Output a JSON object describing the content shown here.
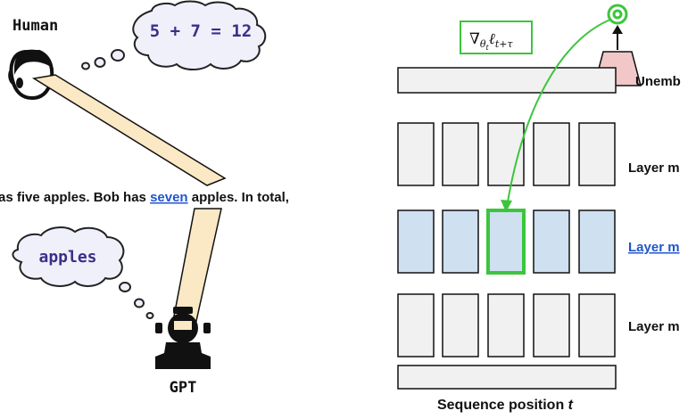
{
  "left_panel": {
    "human_label": "Human",
    "human_thought": "5 + 7 = 12",
    "prompt_text_pre": "as five apples. Bob has ",
    "prompt_highlight": "seven",
    "prompt_text_post": " apples. In total,",
    "gpt_thought": "apples",
    "gpt_label": "GPT"
  },
  "right_panel": {
    "gradient_label_main": "∇",
    "gradient_label_sub": "θ",
    "gradient_label_subsub": "t",
    "gradient_label_loss": "ℓ",
    "gradient_label_losssub": "t+τ",
    "unembed_label": "Unemb",
    "layer_labels": [
      "Layer m",
      "Layer m",
      "Layer m"
    ],
    "xaxis_pre": "Sequence position ",
    "xaxis_var": "t"
  },
  "colors": {
    "cell_fill": "#f1f1f1",
    "cell_highlight_fill": "#cfe0f1",
    "accent_green": "#3cc53c",
    "unembed_fill": "#f2c7c7",
    "beam_fill": "#fbe8c4",
    "link_blue": "#2255cc"
  }
}
